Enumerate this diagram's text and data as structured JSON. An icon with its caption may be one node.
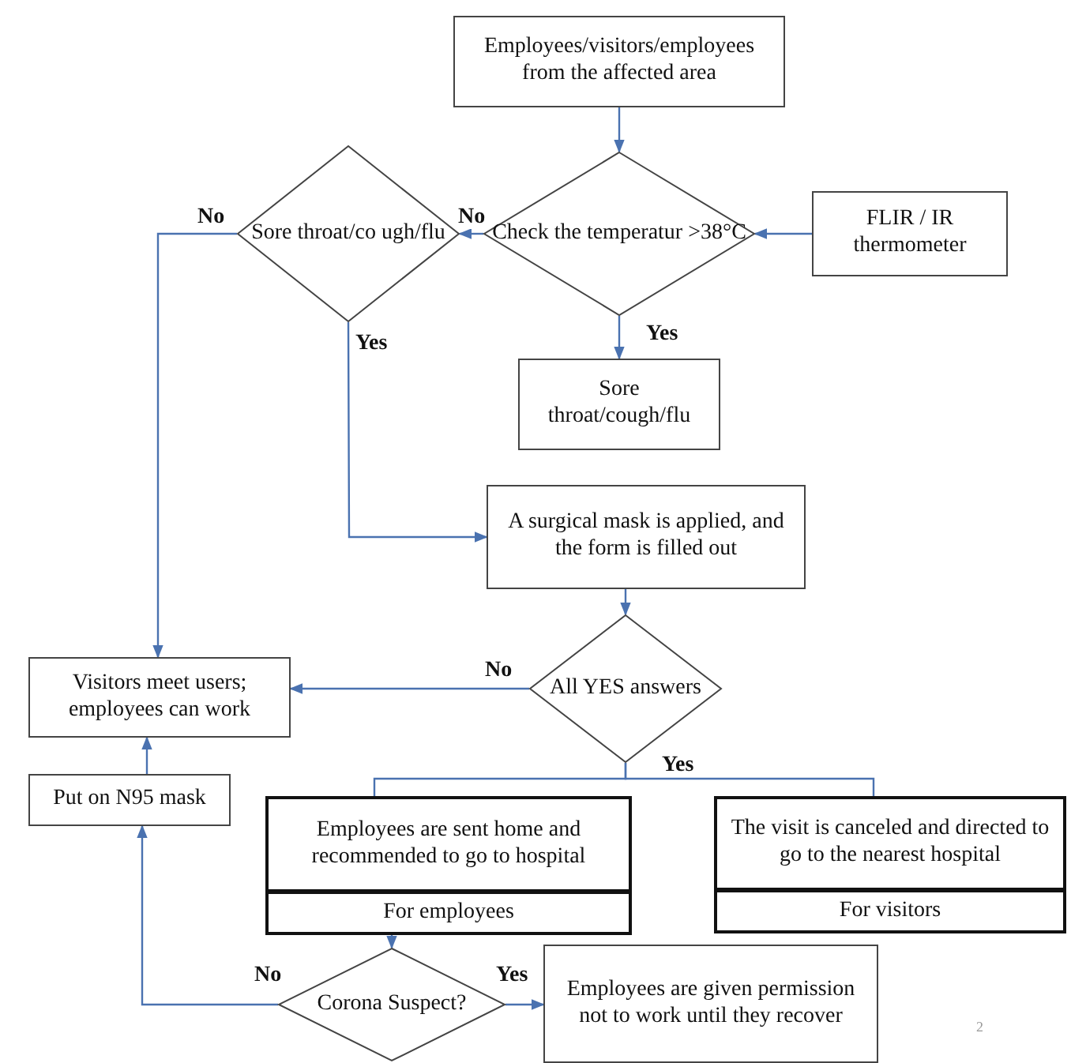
{
  "diagram": {
    "nodes": [
      {
        "text": [
          "Employees/visitors/employees from the affected area"
        ]
      },
      {
        "text": [
          "Check the temperatur >38°C"
        ]
      },
      {
        "text": [
          "FLIR / IR thermometer"
        ]
      },
      {
        "text": [
          "Sore throat/co ugh/flu"
        ]
      },
      {
        "text": [
          "Sore throat/cough/flu"
        ]
      },
      {
        "text": [
          "A surgical mask is applied, and the form is filled out"
        ]
      },
      {
        "text": [
          "All YES answers"
        ]
      },
      {
        "text": [
          "Visitors meet users; employees can work"
        ]
      },
      {
        "text": [
          "Put on N95 mask"
        ]
      },
      {
        "text": [
          "Employees are sent home and recommended to go to hospital",
          "For employees"
        ]
      },
      {
        "text": [
          "The visit is canceled and directed to go to the nearest hospital",
          "For visitors"
        ]
      },
      {
        "text": [
          "Corona Suspect?"
        ]
      },
      {
        "text": [
          "Employees are given permission not to work until they recover"
        ]
      }
    ],
    "edges": [
      {
        "from": 0,
        "to": 1,
        "arrow": "to"
      },
      {
        "from": 2,
        "to": 1,
        "arrow": "to"
      },
      {
        "from": 1,
        "to": 3,
        "arrow": "to",
        "label": "No"
      },
      {
        "from": 1,
        "to": 4,
        "arrow": "to",
        "label": "Yes"
      },
      {
        "from": 3,
        "to": 7,
        "arrow": "to",
        "label": "No"
      },
      {
        "from": 3,
        "to": 5,
        "arrow": "to",
        "label": "Yes"
      },
      {
        "from": 5,
        "to": 6,
        "arrow": "to"
      },
      {
        "from": 6,
        "to": 7,
        "arrow": "to",
        "label": "No"
      },
      {
        "from": 6,
        "to": 9,
        "arrow": "none"
      },
      {
        "from": 6,
        "to": 10,
        "arrow": "none",
        "label": "Yes"
      },
      {
        "from": 9,
        "to": 11,
        "arrow": "to"
      },
      {
        "from": 11,
        "to": 8,
        "arrow": "to",
        "label": "No"
      },
      {
        "from": 11,
        "to": 12,
        "arrow": "to",
        "label": "Yes"
      },
      {
        "from": 8,
        "to": 7,
        "arrow": "to"
      }
    ],
    "labels": [
      "2"
    ]
  }
}
